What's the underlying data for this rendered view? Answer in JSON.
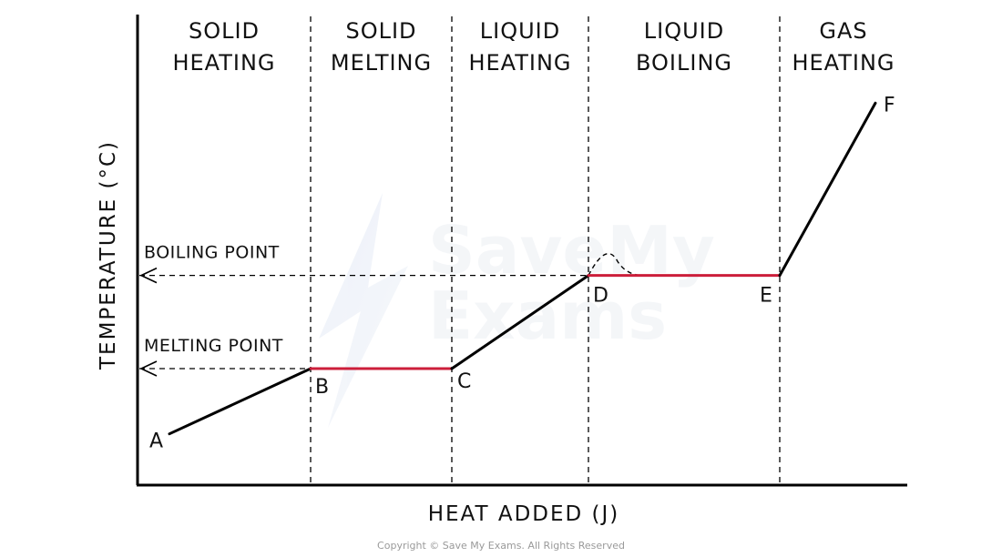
{
  "chart_data": {
    "type": "line",
    "title": "",
    "xlabel": "HEAT ADDED (J)",
    "ylabel": "TEMPERATURE (°C)",
    "grid": false,
    "legend": "none",
    "regions": [
      {
        "label_lines": [
          "SOLID",
          "HEATING"
        ],
        "x_start": 0,
        "x_end": 1.9
      },
      {
        "label_lines": [
          "SOLID",
          "MELTING"
        ],
        "x_start": 1.9,
        "x_end": 3.45
      },
      {
        "label_lines": [
          "LIQUID",
          "HEATING"
        ],
        "x_start": 3.45,
        "x_end": 4.95
      },
      {
        "label_lines": [
          "LIQUID",
          "BOILING"
        ],
        "x_start": 4.95,
        "x_end": 7.05
      },
      {
        "label_lines": [
          "GAS",
          "HEATING"
        ],
        "x_start": 7.05,
        "x_end": 8.45
      }
    ],
    "points": [
      {
        "label": "A",
        "x": 0.35,
        "y": 0.55
      },
      {
        "label": "B",
        "x": 1.9,
        "y": 1.25
      },
      {
        "label": "C",
        "x": 3.45,
        "y": 1.25
      },
      {
        "label": "D",
        "x": 4.95,
        "y": 2.25
      },
      {
        "label": "E",
        "x": 7.05,
        "y": 2.25
      },
      {
        "label": "F",
        "x": 8.1,
        "y": 4.1
      }
    ],
    "segments": [
      {
        "from": "A",
        "to": "B",
        "color": "#000000"
      },
      {
        "from": "B",
        "to": "C",
        "color": "#cc1e3a"
      },
      {
        "from": "C",
        "to": "D",
        "color": "#000000"
      },
      {
        "from": "D",
        "to": "E",
        "color": "#cc1e3a"
      },
      {
        "from": "E",
        "to": "F",
        "color": "#000000"
      }
    ],
    "reference_lines": [
      {
        "label": "BOILING POINT",
        "y": 2.25,
        "x_end": 4.95
      },
      {
        "label": "MELTING POINT",
        "y": 1.25,
        "x_end": 1.9
      }
    ],
    "superheat_bump": [
      [
        4.95,
        2.25
      ],
      [
        5.15,
        2.45
      ],
      [
        5.55,
        2.25
      ]
    ],
    "xlim": [
      0,
      8.45
    ],
    "ylim": [
      0,
      5.05
    ],
    "colors": {
      "axis": "#000000",
      "plateau": "#cc1e3a",
      "slope": "#000000"
    }
  },
  "footer": {
    "copyright": "Copyright © Save My Exams. All Rights Reserved"
  }
}
